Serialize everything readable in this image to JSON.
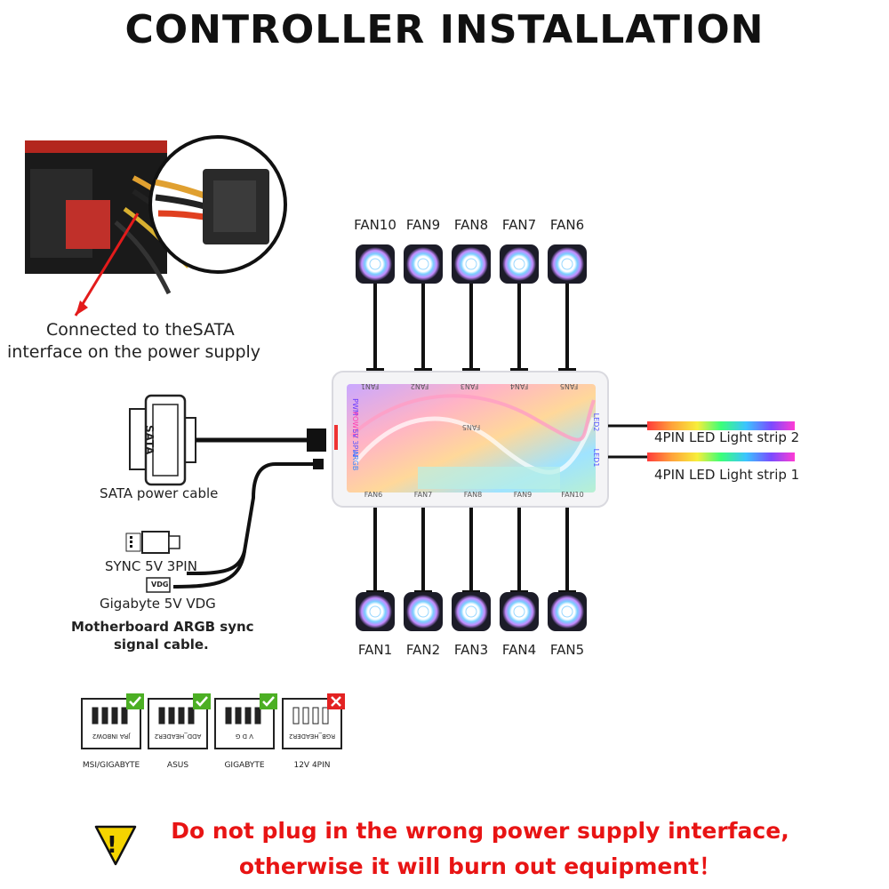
{
  "title": "CONTROLLER INSTALLATION",
  "fans_top": [
    "FAN10",
    "FAN9",
    "FAN8",
    "FAN7",
    "FAN6"
  ],
  "fans_bottom": [
    "FAN1",
    "FAN2",
    "FAN3",
    "FAN4",
    "FAN5"
  ],
  "controller": {
    "top_port_labels": [
      "FAN5",
      "FAN4",
      "FAN3",
      "FAN2",
      "FAN1"
    ],
    "bottom_port_labels": [
      "FAN6",
      "FAN7",
      "FAN8",
      "FAN9",
      "FAN10"
    ],
    "left_labels": [
      "PWM",
      "POWER",
      "5V 3PIN",
      "ARGB"
    ],
    "right_labels": [
      "LED2",
      "LED1"
    ],
    "center_label": "FAN5"
  },
  "psu_caption": {
    "line1": "Connected to theSATA",
    "line2": "interface on the power supply"
  },
  "sata_label": "SATA",
  "sata_caption": "SATA power cable",
  "sync_caption": "SYNC 5V 3PIN",
  "vdg_tag": "VDG",
  "vdg_caption": "Gigabyte 5V VDG",
  "mb_caption": {
    "line1": "Motherboard ARGB sync",
    "line2": "signal cable."
  },
  "led_strips": [
    "4PIN LED Light strip 2",
    "4PIN LED Light strip 1"
  ],
  "headers": [
    {
      "caption": "MSI/GIGABYTE",
      "mark": "ok",
      "text": "JRA INBOW2"
    },
    {
      "caption": "ASUS",
      "mark": "ok",
      "text": "ADD_HEADER2"
    },
    {
      "caption": "GIGABYTE",
      "mark": "ok",
      "text": "V D G"
    },
    {
      "caption": "12V 4PIN",
      "mark": "bad",
      "text": "RGB_HEADER2"
    }
  ],
  "warning": {
    "line1": "Do not plug in the wrong power supply interface,",
    "line2": "otherwise it will burn out equipment！",
    "icon": "!"
  },
  "colors": {
    "warning_text": "#e81414",
    "ok_mark": "#4caf24",
    "bad_mark": "#e32222",
    "warning_icon": "#f5d400"
  }
}
